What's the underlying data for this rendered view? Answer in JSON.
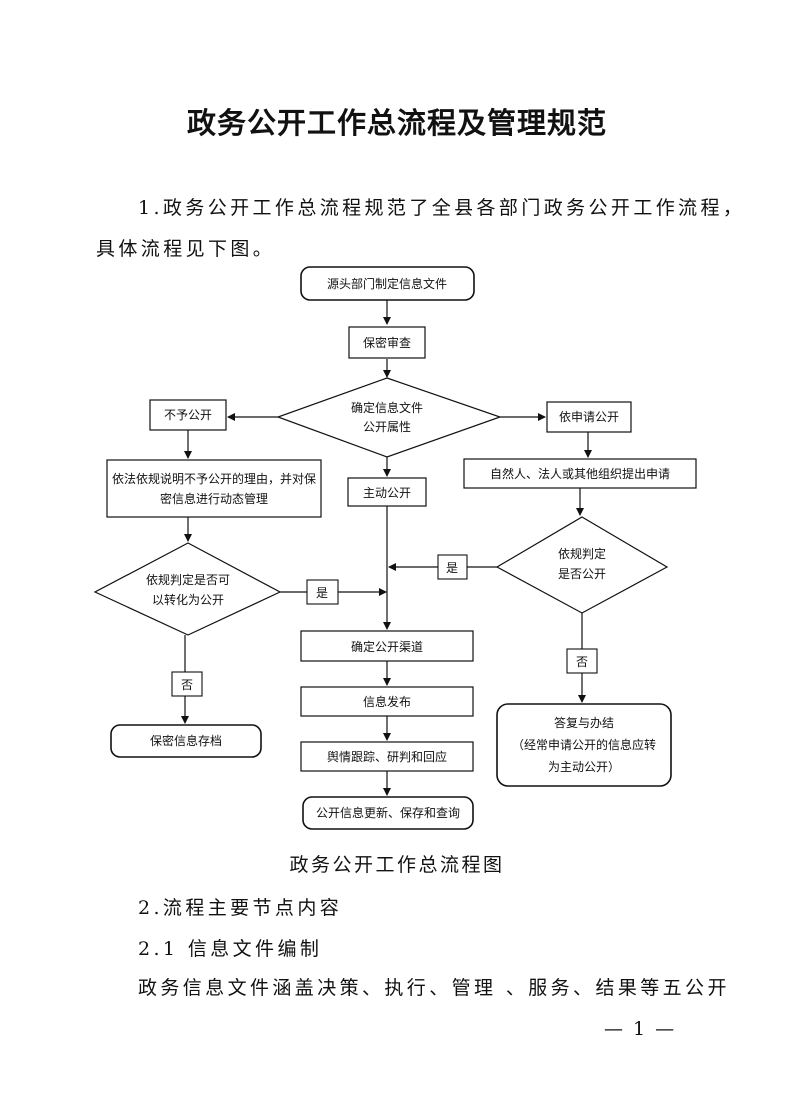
{
  "doc": {
    "title": "政务公开工作总流程及管理规范",
    "para1_line1": "1.政务公开工作总流程规范了全县各部门政务公开工作流程，",
    "para1_line2": "具体流程见下图。",
    "caption": "政务公开工作总流程图",
    "section2": "2.流程主要节点内容",
    "section21": "2.1  信息文件编制",
    "para3": "政务信息文件涵盖决策、执行、管理 、服务、结果等五公开",
    "page_number": "— 1 —"
  },
  "flow": {
    "source": "源头部门制定信息文件",
    "review": "保密审查",
    "decide_line1": "确定信息文件",
    "decide_line2": "公开属性",
    "not_public": "不予公开",
    "by_request": "依申请公开",
    "active": "主动公开",
    "explain_line1": "依法依规说明不予公开的理由，并对保",
    "explain_line2": "密信息进行动态管理",
    "apply": "自然人、法人或其他组织提出申请",
    "judge_left_line1": "依规判定是否可",
    "judge_left_line2": "以转化为公开",
    "judge_right_line1": "依规判定",
    "judge_right_line2": "是否公开",
    "yes": "是",
    "no": "否",
    "channel": "确定公开渠道",
    "release": "信息发布",
    "tracking": "舆情跟踪、研判和回应",
    "update": "公开信息更新、保存和查询",
    "archive": "保密信息存档",
    "reply_line1": "答复与办结",
    "reply_line2": "（经常申请公开的信息应转",
    "reply_line3": "为主动公开）"
  }
}
